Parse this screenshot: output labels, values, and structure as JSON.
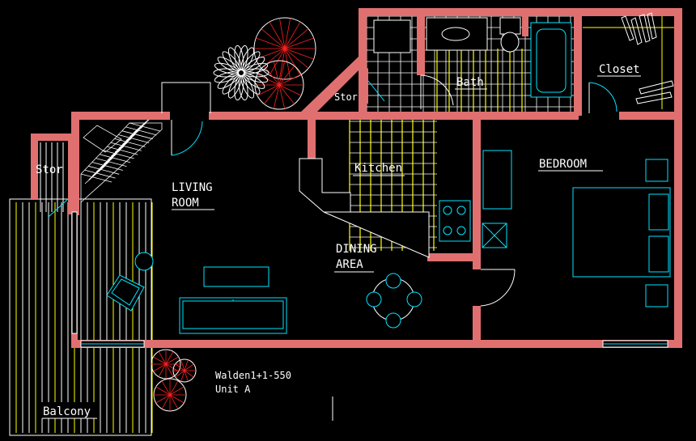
{
  "title_block": {
    "line1": "Walden1+1-550",
    "line2": "Unit A"
  },
  "rooms": {
    "bath": "Bath",
    "closet": "Closet",
    "stor_top": "Stor",
    "stor_left": "Stor",
    "kitchen": "Kitchen",
    "bedroom": "BEDROOM",
    "living_line1": "LIVING",
    "living_line2": "ROOM",
    "dining_line1": "DINING",
    "dining_line2": "AREA",
    "balcony": "Balcony"
  },
  "colors": {
    "wall": "#e07070",
    "furniture": "#00e5ff",
    "tile": "#ffff00",
    "outline": "#ffffff",
    "plant_red": "#ff2020",
    "background": "#000000"
  }
}
